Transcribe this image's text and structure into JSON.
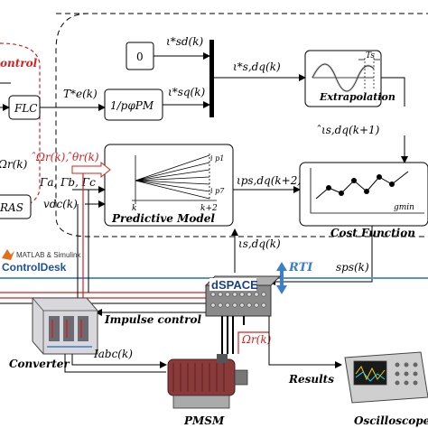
{
  "labels": {
    "control_fragment": "ontrol",
    "flc": "FLC",
    "ras_fragment": "RAS",
    "r_hat_fragment": "̂Ωr(k)",
    "const_zero": "0",
    "gain_block": "1/pφPM",
    "te_ref": "T*e(k)",
    "isd_ref": "ι*sd(k)",
    "isq_ref": "ι*sq(k)",
    "isdq_ref": "ι*s,dq(k)",
    "extrapolation": "Extrapolation",
    "ts_label": "Ts",
    "isdq_pred_hat": "̂ιs,dq(k+1)",
    "omega_theta_hat": "̂Ωr(k), ̂θr(k)",
    "gammas": "Γa, Γb, Γc",
    "vdc": "vdc(k)",
    "predictive_model": "Predictive Model",
    "pm_k": "k",
    "pm_k2": "k+2",
    "pm_i1": "i p1",
    "pm_i7": "i p7",
    "isdq_p_k2": "ιps,dq(k+2)",
    "cost_function": "Cost Function",
    "gmin": "gmin",
    "isdq_k": "ιs,dq(k)",
    "ss_p": "sps(k)",
    "matlab": "MATLAB & Simulink",
    "controldesk": "ControlDesk",
    "rti": "RTI",
    "dspace": "dSPACE",
    "impulse_control": "Impulse control",
    "converter": "Converter",
    "iabc": "Iabc(k)",
    "omega_r": "Ωr(k)",
    "results": "Results",
    "pmsm": "PMSM",
    "oscilloscope": "Oscilloscope"
  },
  "colors": {
    "signal": "#000000",
    "feedback_red": "#d42020",
    "rti_blue": "#3a7fc8",
    "rti_line": "#5b8fd0",
    "matlab_orange": "#e0701a",
    "controldesk_blue": "#1f4fa0"
  }
}
